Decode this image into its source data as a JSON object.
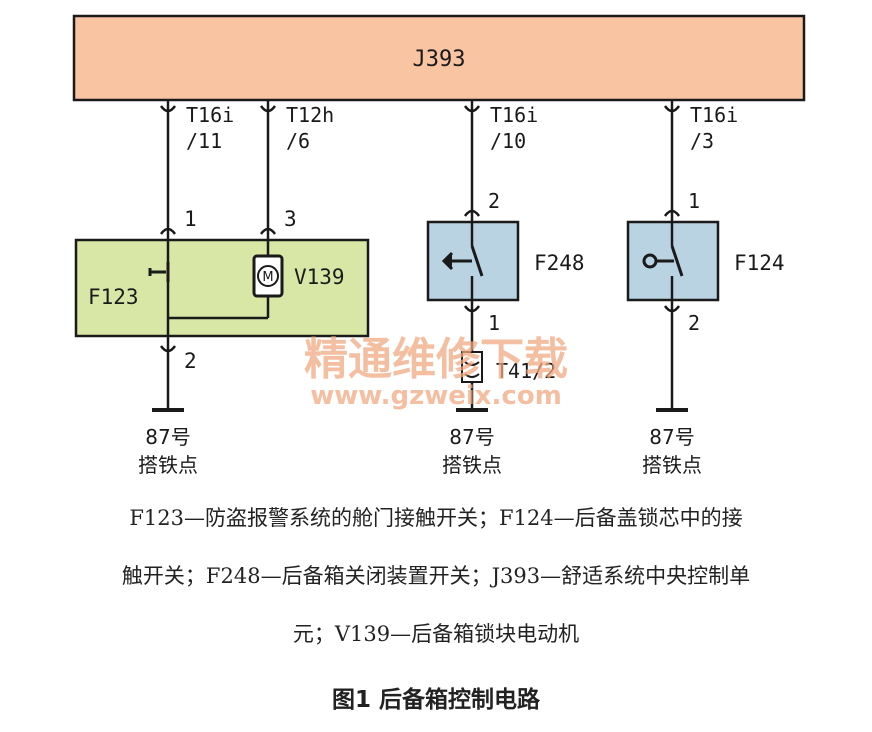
{
  "colors": {
    "j393_fill": "#f8c4a2",
    "f123_box_fill": "#d9e7a6",
    "switch_box_fill": "#b9d3e2",
    "line": "#1a1a1a",
    "watermark": "#f0a882"
  },
  "j393": {
    "label": "J393"
  },
  "connectors": [
    {
      "code": "T16i",
      "pin": "/11"
    },
    {
      "code": "T12h",
      "pin": "/6"
    },
    {
      "code": "T16i",
      "pin": "/10"
    },
    {
      "code": "T16i",
      "pin": "/3"
    }
  ],
  "f123_box": {
    "switch_label": "F123",
    "motor_label": "V139",
    "motor_symbol": "M",
    "pin_top_left": "1",
    "pin_top_right": "3",
    "pin_bottom": "2"
  },
  "f248_box": {
    "label": "F248",
    "pin_top": "2",
    "pin_bottom": "1"
  },
  "f124_box": {
    "label": "F124",
    "pin_top": "1",
    "pin_bottom": "2"
  },
  "t41": {
    "label": "T41/2"
  },
  "grounds": [
    {
      "line1": "87号",
      "line2": "搭铁点"
    },
    {
      "line1": "87号",
      "line2": "搭铁点"
    },
    {
      "line1": "87号",
      "line2": "搭铁点"
    }
  ],
  "watermark": {
    "line1": "精通维修下载",
    "line2": "www.gzweix.com"
  },
  "legend": {
    "line1": "F123—防盗报警系统的舱门接触开关；F124—后备盖锁芯中的接",
    "line2": "触开关；F248—后备箱关闭装置开关；J393—舒适系统中央控制单",
    "line3": "元；V139—后备箱锁块电动机"
  },
  "figure_title": "图1  后备箱控制电路"
}
